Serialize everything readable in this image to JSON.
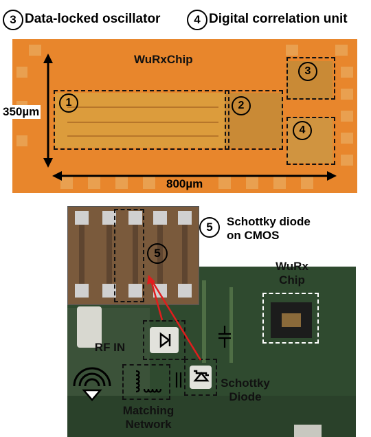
{
  "header": {
    "item3_number": "3",
    "item3_text": "Data-locked oscillator",
    "item4_number": "4",
    "item4_text": "Digital correlation unit"
  },
  "die_photo": {
    "chip_name": "WuRxChip",
    "height_label": "350µm",
    "width_label": "800µm",
    "block_numbers": [
      "1",
      "2",
      "3",
      "4"
    ]
  },
  "inset": {
    "item5_number": "5",
    "item5_text_line1": "Schottky diode",
    "item5_text_line2": "on CMOS"
  },
  "board_labels": {
    "wurx_line1": "WuRx",
    "wurx_line2": "Chip",
    "rf_in": "RF IN",
    "schottky_line1": "Schottky",
    "schottky_line2": "Diode",
    "matching_line1": "Matching",
    "matching_line2": "Network"
  },
  "colors": {
    "die_orange": "#e8862c",
    "die_block_yellow": "#d9a040",
    "pcb_green": "#2f4a2f",
    "arrow_red": "#e11d1d"
  }
}
